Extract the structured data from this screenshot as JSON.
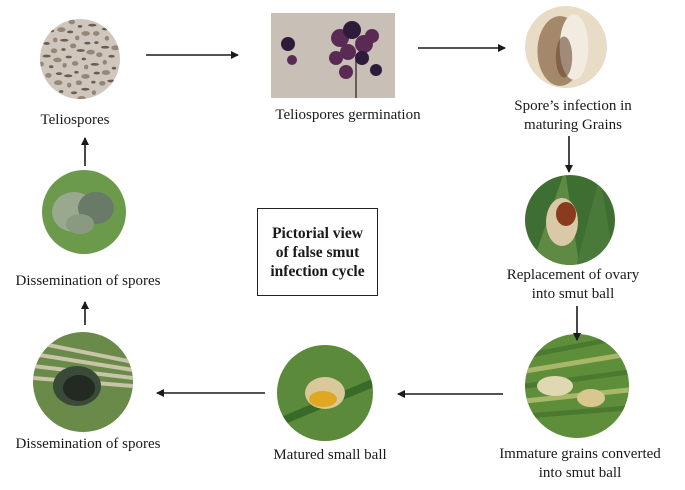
{
  "title": "Pictorial view\nof false smut\ninfection cycle",
  "stages": [
    {
      "id": "teliospores",
      "label": "Teliospores",
      "image": "teliospores-micrograph",
      "colors": [
        "#cfc6be",
        "#8a7b6a",
        "#5a4a3a"
      ]
    },
    {
      "id": "germination",
      "label": "Teliospores germination",
      "image": "germinating-spore-cluster",
      "colors": [
        "#c8c0b6",
        "#5a2a55",
        "#2e1a3a"
      ]
    },
    {
      "id": "infection",
      "label": "Spore’s infection in\nmaturing Grains",
      "image": "infected-grain",
      "colors": [
        "#e8dcc6",
        "#a4886a",
        "#6a4a30"
      ]
    },
    {
      "id": "replacement",
      "label": "Replacement of ovary\ninto smut ball",
      "image": "ovary-smut-ball",
      "colors": [
        "#3f6e32",
        "#d9c9a6",
        "#8a3a1e"
      ]
    },
    {
      "id": "immature",
      "label": "Immature grains converted\ninto smut ball",
      "image": "immature-smut-grains",
      "colors": [
        "#5e8e3a",
        "#a8b868",
        "#e0d8b0"
      ]
    },
    {
      "id": "matured",
      "label": "Matured small ball",
      "image": "matured-smut-ball",
      "colors": [
        "#5a8a3a",
        "#d8c89a",
        "#e0a820"
      ]
    },
    {
      "id": "dissem1",
      "label": "Dissemination of spores",
      "image": "dark-smut-ball",
      "colors": [
        "#6a8a4a",
        "#3a4a38",
        "#222a22"
      ]
    },
    {
      "id": "dissem2",
      "label": "Dissemination of spores",
      "image": "bursting-smut-ball",
      "colors": [
        "#6a9a4a",
        "#9aa890",
        "#6a7a68"
      ]
    }
  ]
}
